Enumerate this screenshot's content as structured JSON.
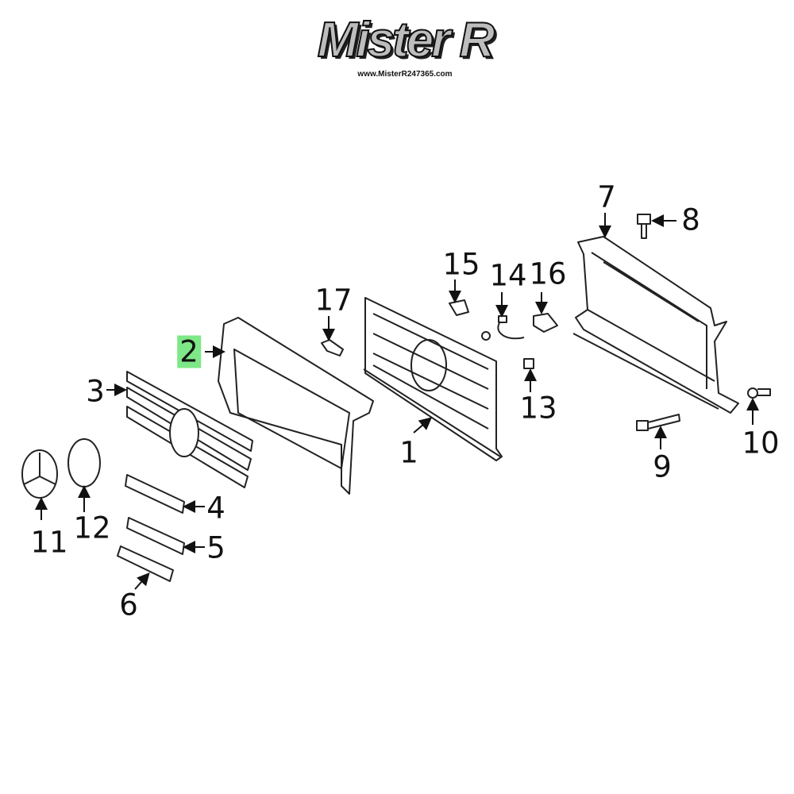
{
  "logo": {
    "brand": "Mister R",
    "url": "www.MisterR247365.com"
  },
  "diagram": {
    "highlight_color": "#7ee787",
    "callouts": [
      {
        "id": "1",
        "label": "1"
      },
      {
        "id": "2",
        "label": "2",
        "highlighted": true
      },
      {
        "id": "3",
        "label": "3"
      },
      {
        "id": "4",
        "label": "4"
      },
      {
        "id": "5",
        "label": "5"
      },
      {
        "id": "6",
        "label": "6"
      },
      {
        "id": "7",
        "label": "7"
      },
      {
        "id": "8",
        "label": "8"
      },
      {
        "id": "9",
        "label": "9"
      },
      {
        "id": "10",
        "label": "10"
      },
      {
        "id": "11",
        "label": "11"
      },
      {
        "id": "12",
        "label": "12"
      },
      {
        "id": "13",
        "label": "13"
      },
      {
        "id": "14",
        "label": "14"
      },
      {
        "id": "15",
        "label": "15"
      },
      {
        "id": "16",
        "label": "16"
      },
      {
        "id": "17",
        "label": "17"
      }
    ]
  }
}
